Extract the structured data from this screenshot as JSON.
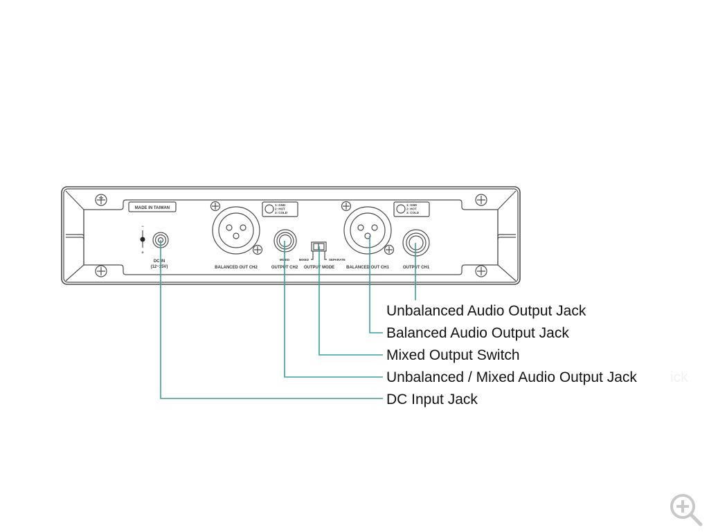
{
  "panel": {
    "made_in": "MADE IN TAIWAN",
    "dc_polarity_minus": "−",
    "dc_polarity_plus": "+",
    "dc_in_label": "DC IN",
    "dc_in_voltage": "(12~15V)",
    "balanced_ch2_label": "BALANCED OUT CH2",
    "balanced_ch1_label": "BALANCED OUT CH1",
    "output_ch2_mixed": "MIXED",
    "output_ch2_label": "OUTPUT CH2",
    "output_ch1_label": "OUTPUT CH1",
    "switch_mixed": "MIXED",
    "switch_separate": "SEPARATE",
    "switch_label": "OUTPUT MODE",
    "pinout": [
      "1: GND",
      "2: HOT",
      "3: COLD"
    ]
  },
  "callouts": [
    {
      "id": "unbalanced-audio-output-jack",
      "label": "Unbalanced Audio Output Jack"
    },
    {
      "id": "balanced-audio-output-jack",
      "label": "Balanced Audio Output Jack"
    },
    {
      "id": "mixed-output-switch",
      "label": "Mixed Output Switch"
    },
    {
      "id": "unbalanced-mixed-audio-output-jack",
      "label": "Unbalanced / Mixed Audio Output Jack"
    },
    {
      "id": "dc-input-jack",
      "label": "DC Input Jack"
    }
  ],
  "ghost_text": "ick",
  "colors": {
    "callout_line": "#3a9da0",
    "panel_outline": "#4a4a4a",
    "label_text": "#111111"
  },
  "controls": {
    "zoom_icon": "zoom-in-icon"
  }
}
